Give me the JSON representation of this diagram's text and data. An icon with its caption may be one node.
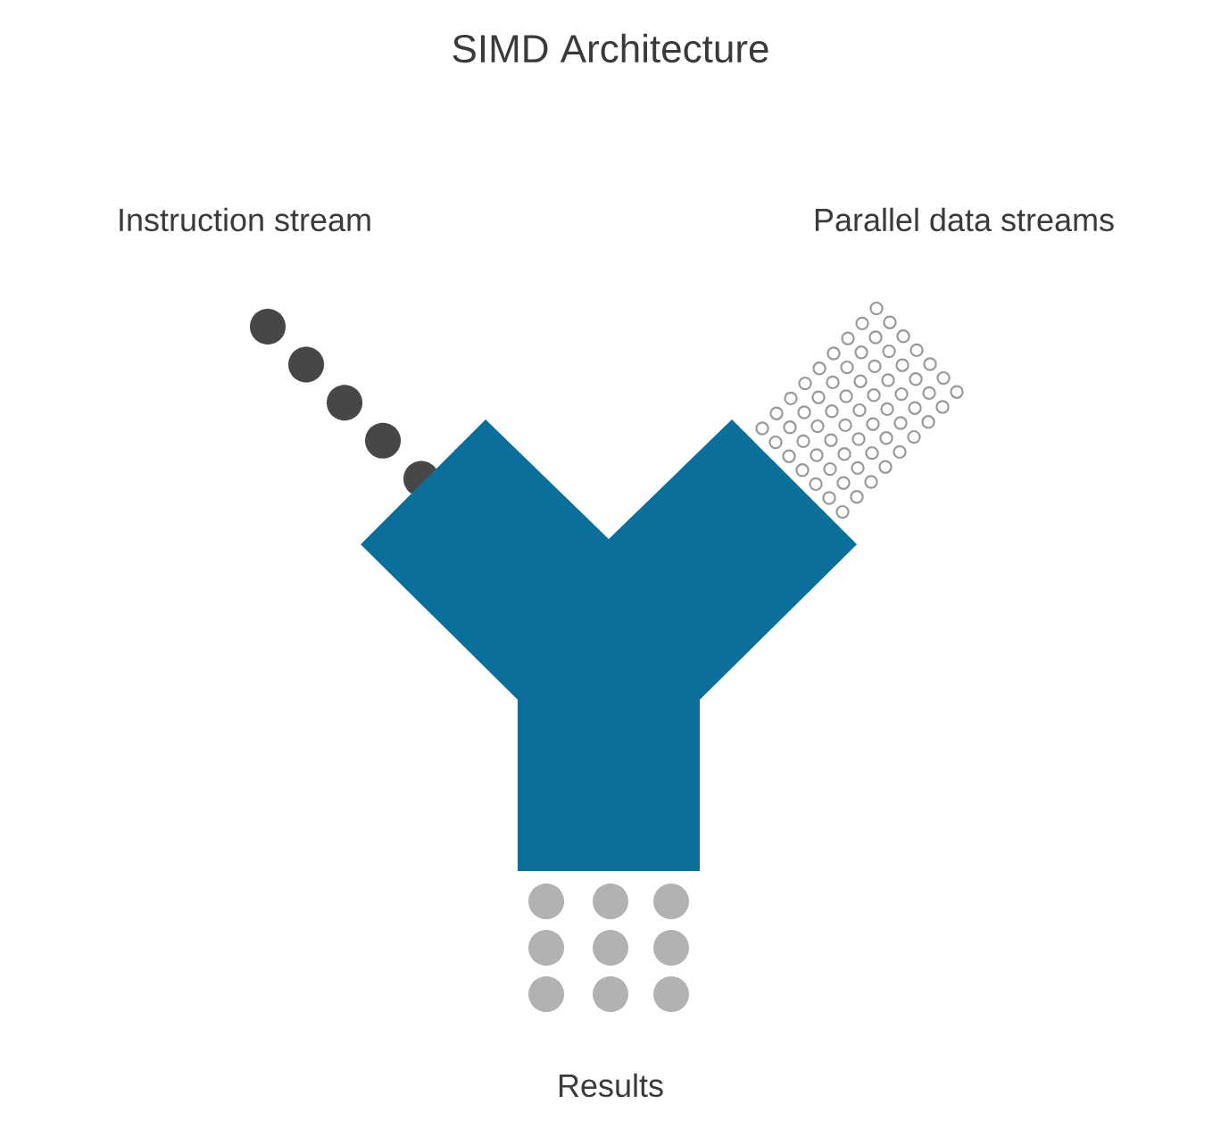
{
  "diagram": {
    "title": "SIMD Architecture",
    "labels": [
      "Instruction stream",
      "Parallel data streams",
      "Results"
    ]
  }
}
